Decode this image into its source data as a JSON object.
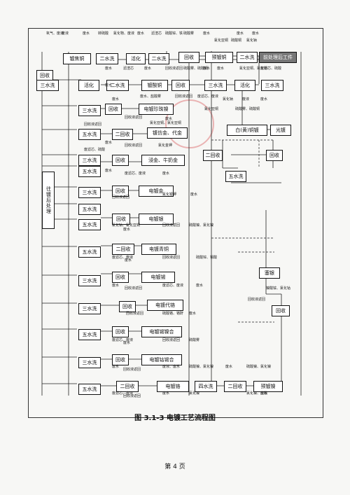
{
  "boxes": [
    {
      "id": "pre",
      "label": "前处理后工件",
      "dark": true
    },
    {
      "id": "s2a",
      "label": "二水洗"
    },
    {
      "id": "pcu",
      "label": "预镀铜"
    },
    {
      "id": "r1",
      "label": "回收"
    },
    {
      "id": "s2b",
      "label": "二水洗"
    },
    {
      "id": "act1",
      "label": "活化"
    },
    {
      "id": "s2c",
      "label": "二水洗"
    },
    {
      "id": "ni1",
      "label": "镀焦铜"
    },
    {
      "id": "r2",
      "label": "回收"
    },
    {
      "id": "s3a",
      "label": "三水洗"
    },
    {
      "id": "act2",
      "label": "活化"
    },
    {
      "id": "s2d",
      "label": "二水洗"
    },
    {
      "id": "cus",
      "label": "镀酸铜"
    },
    {
      "id": "r3",
      "label": "回收"
    },
    {
      "id": "s3b",
      "label": "三水洗"
    },
    {
      "id": "act3",
      "label": "活化"
    },
    {
      "id": "s3c",
      "label": "三水洗"
    },
    {
      "id": "s3d",
      "label": "三水洗"
    },
    {
      "id": "r4",
      "label": "回收"
    },
    {
      "id": "ep1",
      "label": "电镀珍珠镍"
    },
    {
      "id": "s5a",
      "label": "五水洗"
    },
    {
      "id": "r5",
      "label": "二回收"
    },
    {
      "id": "gun",
      "label": "镀仿金、代金"
    },
    {
      "id": "s3e",
      "label": "三水洗"
    },
    {
      "id": "r6",
      "label": "回收"
    },
    {
      "id": "wcu",
      "label": "白(黄)铜镀"
    },
    {
      "id": "bright",
      "label": "光镀"
    },
    {
      "id": "r7",
      "label": "二回收"
    },
    {
      "id": "s5b",
      "label": "五水洗"
    },
    {
      "id": "r8",
      "label": "回收"
    },
    {
      "id": "imit",
      "label": "浸金、牛奶金"
    },
    {
      "id": "s5c",
      "label": "五水洗"
    },
    {
      "id": "s3f",
      "label": "三水洗"
    },
    {
      "id": "r9",
      "label": "回收"
    },
    {
      "id": "epau",
      "label": "电镀金"
    },
    {
      "id": "s5d",
      "label": "五水洗"
    },
    {
      "id": "s5e",
      "label": "五水洗"
    },
    {
      "id": "r10",
      "label": "回收"
    },
    {
      "id": "epag",
      "label": "电镀银"
    },
    {
      "id": "s5f",
      "label": "五水洗"
    },
    {
      "id": "r11",
      "label": "二回收"
    },
    {
      "id": "epqt",
      "label": "电镀青铜"
    },
    {
      "id": "s3g",
      "label": "三水洗"
    },
    {
      "id": "r12",
      "label": "回收"
    },
    {
      "id": "epsn",
      "label": "电镀锡"
    },
    {
      "id": "sai",
      "label": "塞银"
    },
    {
      "id": "s3h",
      "label": "三水洗"
    },
    {
      "id": "r13",
      "label": "回收"
    },
    {
      "id": "epcr",
      "label": "电镀代铬"
    },
    {
      "id": "r14",
      "label": "回收"
    },
    {
      "id": "s5g",
      "label": "五水洗"
    },
    {
      "id": "r15",
      "label": "回收"
    },
    {
      "id": "epsnni",
      "label": "电镀锡镍合"
    },
    {
      "id": "s3i",
      "label": "三水洗"
    },
    {
      "id": "r16",
      "label": "回收"
    },
    {
      "id": "epcosn",
      "label": "电镀钴锡合"
    },
    {
      "id": "s5h",
      "label": "五水洗"
    },
    {
      "id": "r17",
      "label": "二回收"
    },
    {
      "id": "epcr2",
      "label": "电镀铬"
    },
    {
      "id": "s4a",
      "label": "四水洗"
    },
    {
      "id": "r18",
      "label": "二回收"
    },
    {
      "id": "preni",
      "label": "预镀镍"
    },
    {
      "id": "post",
      "label": "往镀后处理"
    }
  ],
  "notes": [
    "氧气、废液",
    "废液",
    "废水",
    "转硫酸",
    "氰化物、废液",
    "废水",
    "滤渣芯",
    "硫酸锌、铁",
    "硫酸雾",
    "废水",
    "废水",
    "废水",
    "氰化亚铜",
    "硫酸铜",
    "氰化钠",
    "废水",
    "滤渣芯",
    "废水",
    "回收液返回",
    "硫酸雾、硫酸铜",
    "废水",
    "废水",
    "氰化亚铜、氰化物",
    "废滤芯、硫酸",
    "回收液返回",
    "氯化钠",
    "废液",
    "废水",
    "氰化亚铜",
    "硫酸雾、硫酸铜",
    "回收液返回",
    "废水",
    "氯化亚铜、氯化亚铜",
    "废水",
    "回收液返回",
    "氯化金钾",
    "废水",
    "废滤芯、废液",
    "废水",
    "回收液返回",
    "氰化银钾",
    "废水",
    "氰化钠、氰化亚铜",
    "废水",
    "回收液返回",
    "硫酸镍、氯化镍",
    "废滤芯、废液",
    "废水",
    "回收液返回",
    "硫酸锌、锡酸",
    "废水",
    "回收液返回",
    "废滤芯、废液",
    "废水",
    "回收液返回",
    "硫酸铬、铬酐",
    "废水",
    "回收液返回",
    "镍酸铵、氯化钴",
    "废滤芯、废液",
    "废水",
    "回收液返回",
    "硫酸雾",
    "废水",
    "回收液返回",
    "废液、废水",
    "硫酸镍、氯化镍",
    "废水",
    "硫酸镍、氯化镍",
    "废滤芯、废液",
    "回收液返回",
    "废水",
    "氯化镍",
    "氯化镍、盐酸",
    "废水",
    "废水",
    "废水、盐酸雾",
    "废滤芯、废液",
    "废水",
    "回收液返回",
    "废滤芯、硫酸",
    "废水",
    "废水",
    "废水"
  ],
  "caption": "图 3.1-3   电镀工艺流程图",
  "page": "第 4 页"
}
